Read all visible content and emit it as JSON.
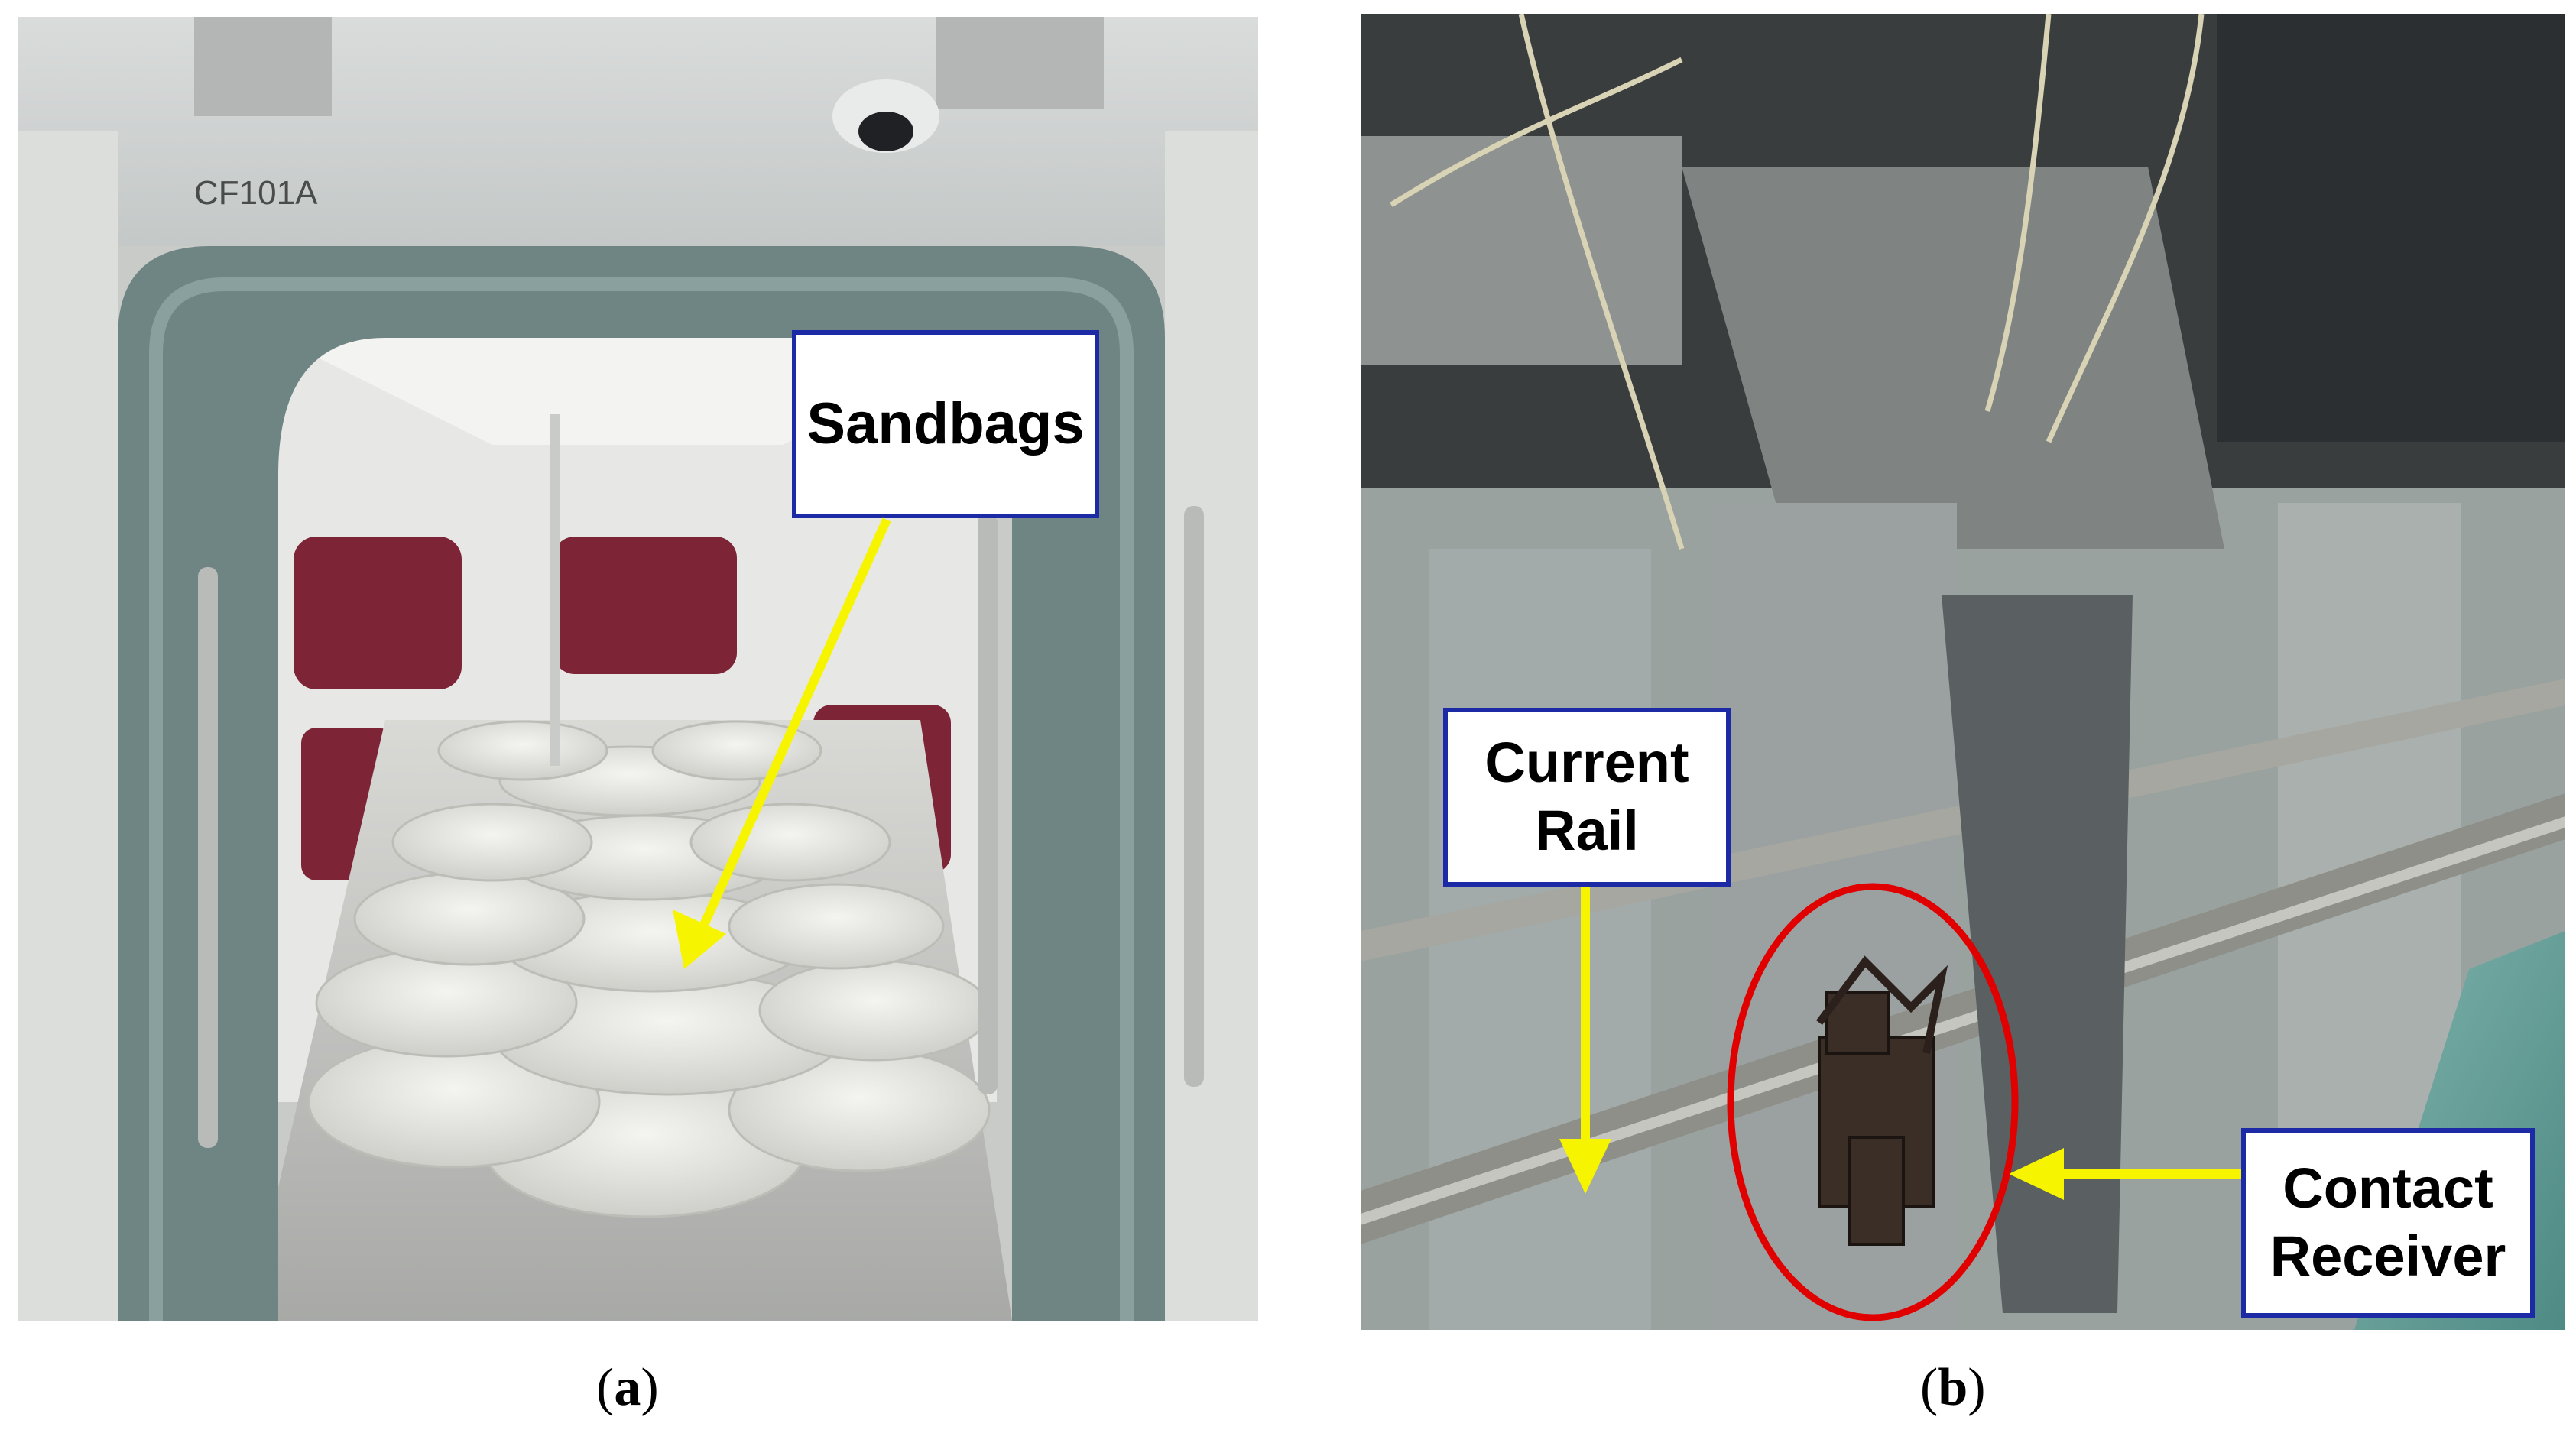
{
  "panels": [
    {
      "id": "a",
      "caption_open": "(",
      "caption_letter": "a",
      "caption_close": ")",
      "interior_sign": "CF101A",
      "callouts": [
        {
          "label": "Sandbags"
        }
      ]
    },
    {
      "id": "b",
      "caption_open": "(",
      "caption_letter": "b",
      "caption_close": ")",
      "callouts": [
        {
          "label_line1": "Current",
          "label_line2": "Rail"
        },
        {
          "label_line1": "Contact",
          "label_line2": "Receiver"
        }
      ]
    }
  ],
  "colors": {
    "arrow": "#f7f400",
    "callout_border": "#1c2aa6",
    "highlight_ellipse": "#e00000"
  }
}
